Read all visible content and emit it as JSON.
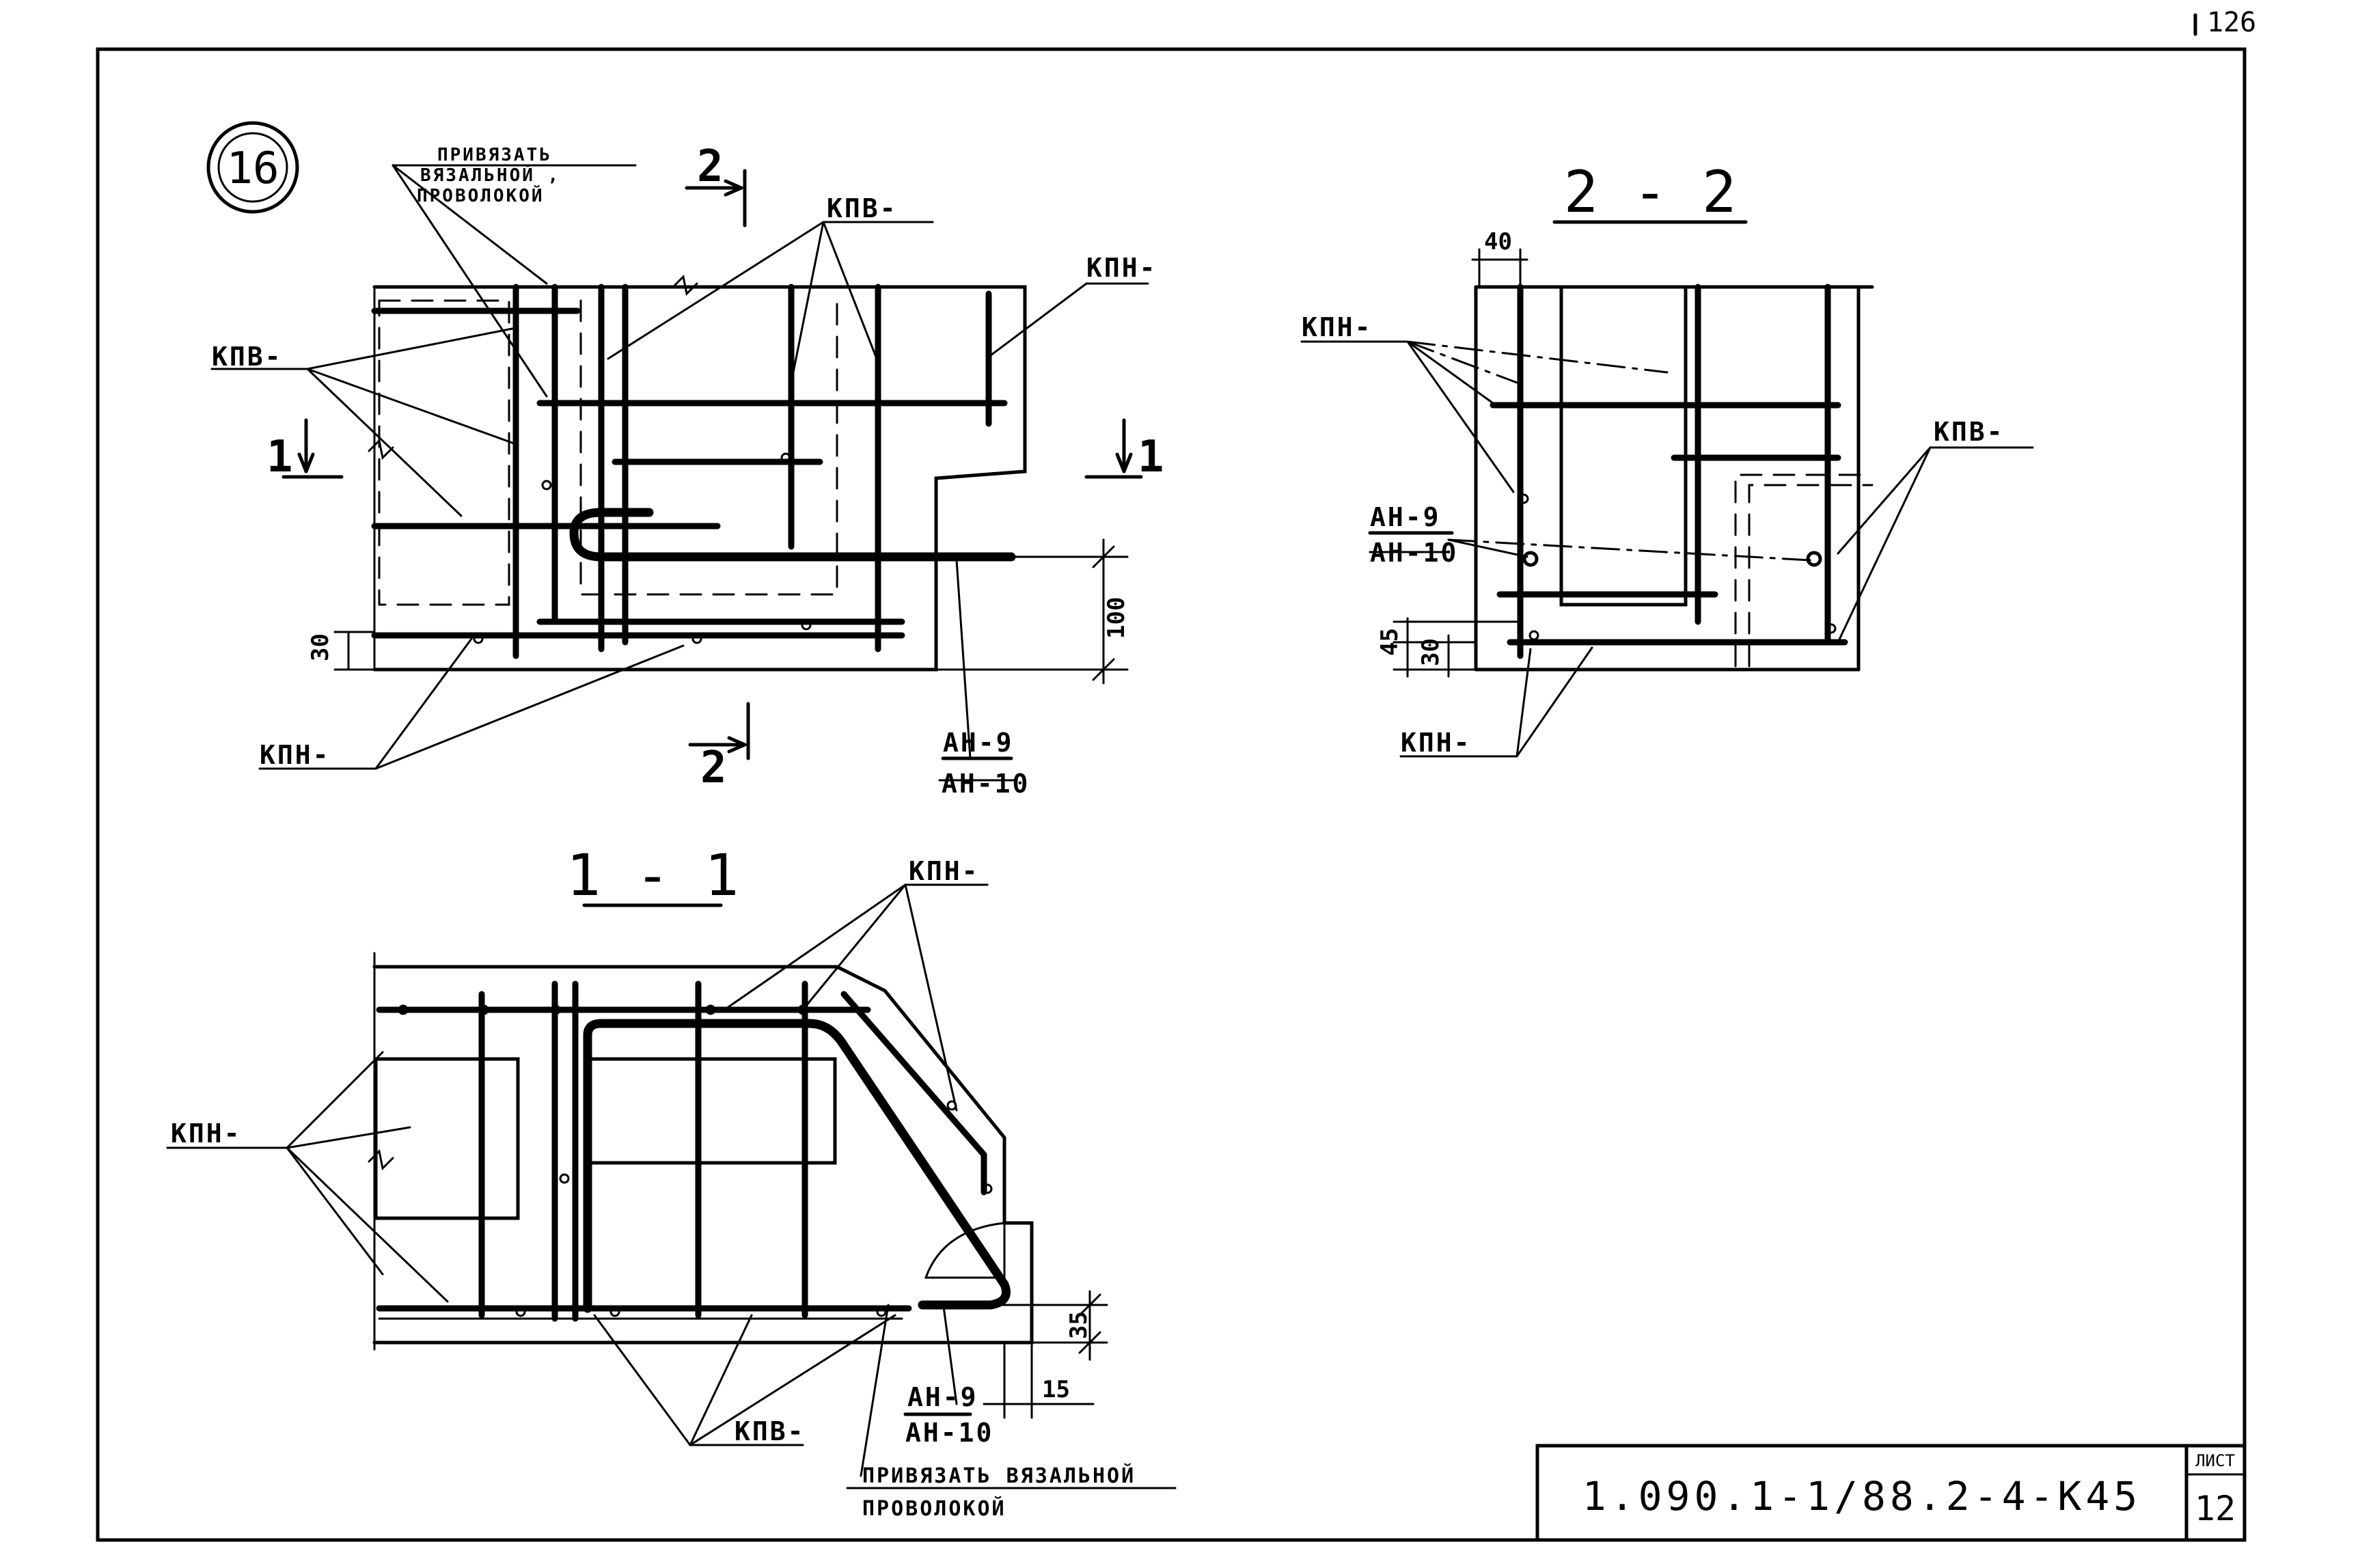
{
  "page": {
    "sheet_corner_number": "126"
  },
  "detail": {
    "number": "16"
  },
  "plan_view": {
    "note_lines": [
      "ПРИВЯЗАТЬ",
      "ВЯЗАЛЬНОЙ ,",
      "ПРОВОЛОКОЙ"
    ],
    "labels": {
      "kpv_top": "КПВ-",
      "kpn_top": "КПН-",
      "kpv_left": "КПВ-",
      "kpn_bottom": "КПН-",
      "an_top": "АН-9",
      "an_bottom": "АН-10"
    },
    "cut_markers": {
      "cut1_left": "1",
      "cut1_right": "1",
      "cut2_top": "2",
      "cut2_bottom": "2"
    },
    "dims": {
      "d30": "30",
      "d100": "100"
    }
  },
  "section_2_2": {
    "title": "2 - 2",
    "labels": {
      "kpn_top": "КПН-",
      "kpv": "КПВ-",
      "kpn_bottom": "КПН-",
      "an_top": "АН-9",
      "an_bottom": "АН-10"
    },
    "dims": {
      "d40": "40",
      "d45": "45",
      "d30": "30"
    }
  },
  "section_1_1": {
    "title": "1 - 1",
    "labels": {
      "kpn_top": "КПН-",
      "kpn_left": "КПН-",
      "kpv": "КПВ-",
      "an_top": "АН-9",
      "an_bottom": "АН-10"
    },
    "dims": {
      "d35": "35",
      "d15": "15"
    },
    "note_lines": [
      "ПРИВЯЗАТЬ ВЯЗАЛЬНОЙ",
      "ПРОВОЛОКОЙ"
    ]
  },
  "title_block": {
    "code": "1.090.1-1/88.2-4-К45",
    "sheet_label": "ЛИСТ",
    "sheet_number": "12"
  }
}
